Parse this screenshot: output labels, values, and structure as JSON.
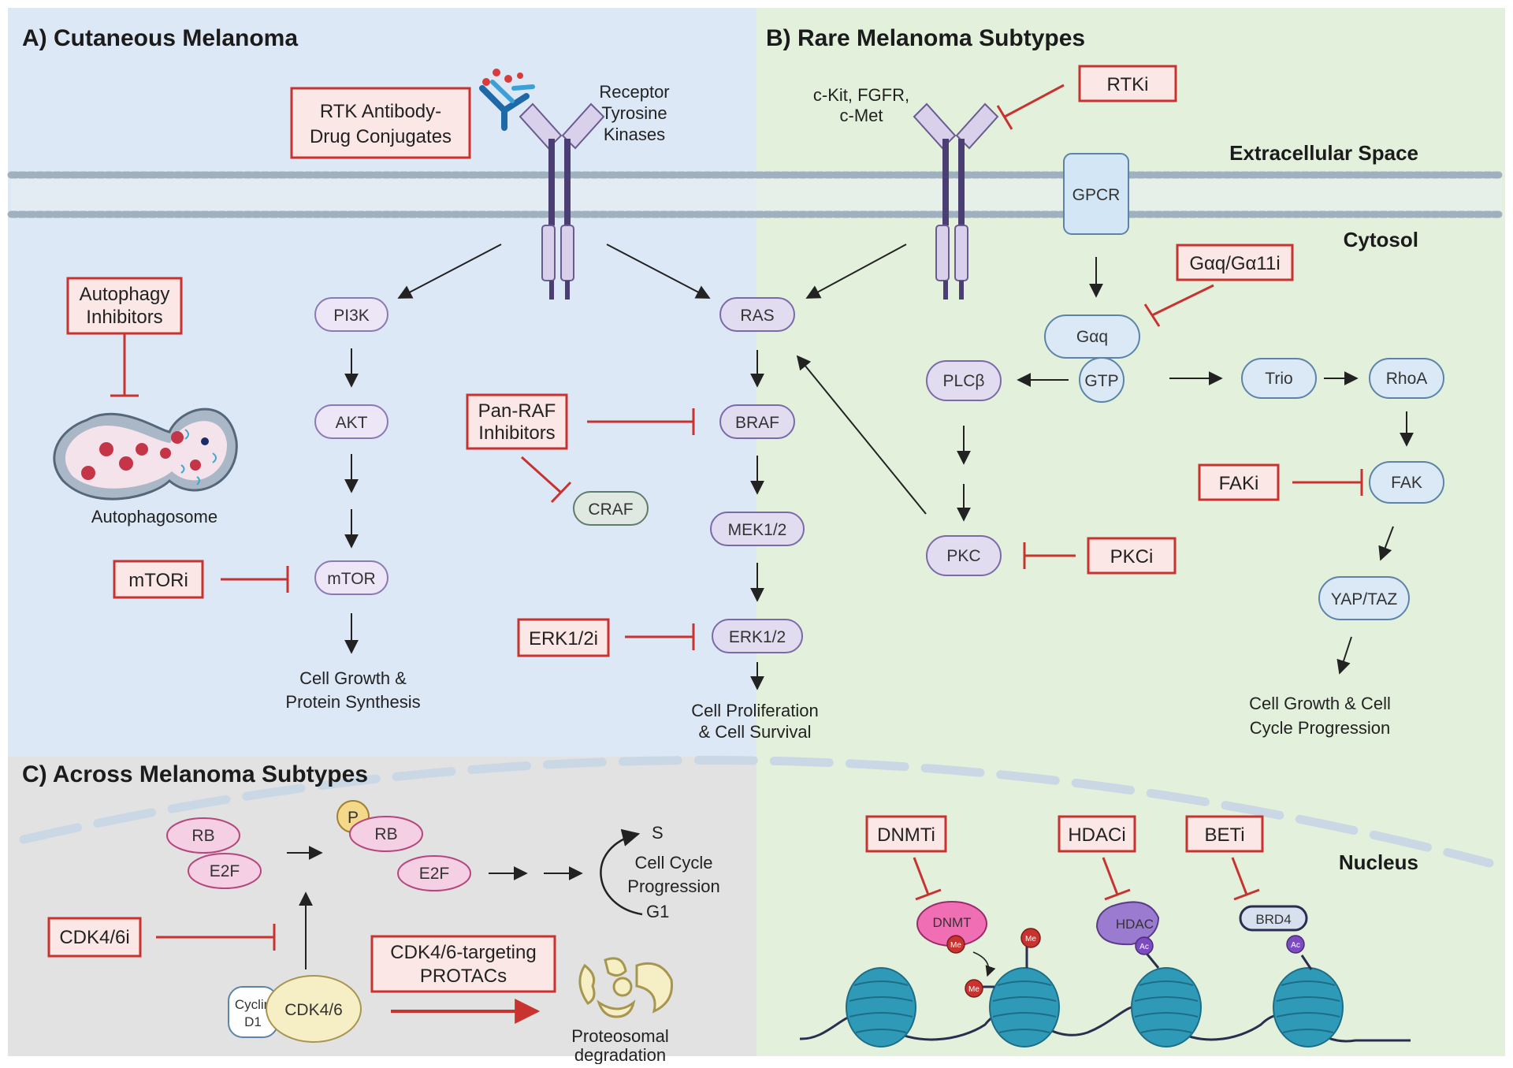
{
  "panels": {
    "a_title": "A) Cutaneous Melanoma",
    "b_title": "B) Rare Melanoma Subtypes",
    "c_title": "C) Across Melanoma Subtypes"
  },
  "compartments": {
    "extracellular": "Extracellular Space",
    "cytosol": "Cytosol",
    "nucleus": "Nucleus"
  },
  "panel_a": {
    "rtk_label": [
      "Receptor",
      "Tyrosine",
      "Kinases"
    ],
    "adc_box": [
      "RTK Antibody-",
      "Drug Conjugates"
    ],
    "autophagy_box": [
      "Autophagy",
      "Inhibitors"
    ],
    "autophagosome": "Autophagosome",
    "mtori": "mTORi",
    "pi3k": "PI3K",
    "akt": "AKT",
    "mtor": "mTOR",
    "growth": [
      "Cell Growth &",
      "Protein Synthesis"
    ],
    "pan_raf": [
      "Pan-RAF",
      "Inhibitors"
    ],
    "craf": "CRAF",
    "ras": "RAS",
    "braf": "BRAF",
    "mek": "MEK1/2",
    "erk": "ERK1/2",
    "erki": "ERK1/2i",
    "prolif": [
      "Cell Proliferation",
      "& Cell Survival"
    ]
  },
  "panel_b": {
    "receptors": [
      "c-Kit, FGFR,",
      "c-Met"
    ],
    "rtki": "RTKi",
    "gpcr": "GPCR",
    "gaqi": "Gαq/Gα11i",
    "gaq": "Gαq",
    "gtp": "GTP",
    "plcb": "PLCβ",
    "pkc": "PKC",
    "pkci": "PKCi",
    "trio": "Trio",
    "rhoa": "RhoA",
    "faki": "FAKi",
    "fak": "FAK",
    "yap": "YAP/TAZ",
    "growth": [
      "Cell Growth & Cell",
      "Cycle Progression"
    ]
  },
  "panel_c": {
    "rb": "RB",
    "e2f": "E2F",
    "p": "P",
    "rb2": "RB",
    "e2f2": "E2F",
    "s": "S",
    "cycle": [
      "Cell Cycle",
      "Progression"
    ],
    "g1": "G1",
    "cdk46i": "CDK4/6i",
    "protacs": [
      "CDK4/6-targeting",
      "PROTACs"
    ],
    "cyclin": [
      "Cyclin",
      "D1"
    ],
    "cdk46": "CDK4/6",
    "degradation": [
      "Proteosomal",
      "degradation"
    ]
  },
  "nucleus_panel": {
    "dnmti": "DNMTi",
    "hdaci": "HDACi",
    "beti": "BETi",
    "dnmt": "DNMT",
    "hdac": "HDAC",
    "brd4": "BRD4",
    "me": "Me",
    "ac": "Ac"
  },
  "colors": {
    "panel_a_bg": "#dde8f6",
    "panel_b_bg": "#e3f1dc",
    "panel_c_bg": "#e2e2e2",
    "inhibitor_red": "#c8322f",
    "node_purple": "#e9e2f5",
    "node_blue": "#dbe9f7",
    "node_pink": "#f5cfe3",
    "nucleosome": "#2f9ab7"
  }
}
